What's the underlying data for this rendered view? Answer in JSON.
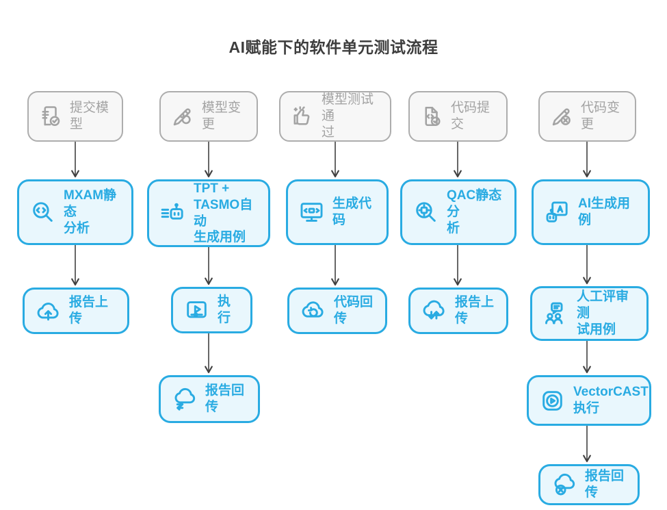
{
  "title": "AI赋能下的软件单元测试流程",
  "colors": {
    "accent_blue": "#29abe2",
    "blue_fill": "#e9f7fd",
    "gray_border": "#adadad",
    "gray_fill": "#f7f7f7",
    "gray_text": "#a3a3a3",
    "arrow": "#404040",
    "title_text": "#3d3d3d"
  },
  "columns": [
    {
      "name": "model-submit-flow",
      "nodes": [
        {
          "label": "提交模型",
          "type": "trigger",
          "icon": "document-check-icon"
        },
        {
          "label": "MXAM静态\n分析",
          "type": "step",
          "icon": "code-search-icon"
        },
        {
          "label": "报告上传",
          "type": "step",
          "icon": "cloud-upload-icon"
        }
      ]
    },
    {
      "name": "model-change-flow",
      "nodes": [
        {
          "label": "模型变更",
          "type": "trigger",
          "icon": "pencil-refresh-icon"
        },
        {
          "label": "TPT +\nTASMO自动\n生成用例",
          "type": "step",
          "icon": "robot-list-icon"
        },
        {
          "label": "执行",
          "type": "step",
          "icon": "video-play-icon"
        },
        {
          "label": "报告回传",
          "type": "step",
          "icon": "cloud-transfer-icon"
        }
      ]
    },
    {
      "name": "model-test-pass-flow",
      "nodes": [
        {
          "label": "模型测试通\n过",
          "type": "trigger",
          "icon": "thumbs-up-icon"
        },
        {
          "label": "生成代码",
          "type": "step",
          "icon": "monitor-code-icon"
        },
        {
          "label": "代码回传",
          "type": "step",
          "icon": "cloud-sync-icon"
        }
      ]
    },
    {
      "name": "code-submit-flow",
      "nodes": [
        {
          "label": "代码提交",
          "type": "trigger",
          "icon": "code-file-check-icon"
        },
        {
          "label": "QAC静态分\n析",
          "type": "step",
          "icon": "chip-search-icon"
        },
        {
          "label": "报告上传",
          "type": "step",
          "icon": "cloud-updown-icon"
        }
      ]
    },
    {
      "name": "code-change-flow",
      "nodes": [
        {
          "label": "代码变更",
          "type": "trigger",
          "icon": "pencil-x-icon"
        },
        {
          "label": "AI生成用例",
          "type": "step",
          "icon": "robot-screen-icon"
        },
        {
          "label": "人工评审测\n试用例",
          "type": "step",
          "icon": "people-review-icon"
        },
        {
          "label": "VectorCAST\n执行",
          "type": "step",
          "icon": "app-play-icon"
        },
        {
          "label": "报告回传",
          "type": "step",
          "icon": "cloud-x-icon"
        }
      ]
    }
  ]
}
